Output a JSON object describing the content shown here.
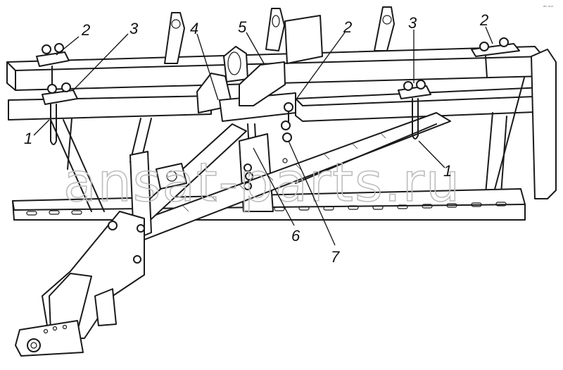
{
  "diagram": {
    "callouts": [
      {
        "id": "c1-left",
        "label": "1"
      },
      {
        "id": "c2-left",
        "label": "2"
      },
      {
        "id": "c3-left",
        "label": "3"
      },
      {
        "id": "c4",
        "label": "4"
      },
      {
        "id": "c5",
        "label": "5"
      },
      {
        "id": "c2-mid",
        "label": "2"
      },
      {
        "id": "c3-right",
        "label": "3"
      },
      {
        "id": "c2-right",
        "label": "2"
      },
      {
        "id": "c1-right",
        "label": "1"
      },
      {
        "id": "c6",
        "label": "6"
      },
      {
        "id": "c7",
        "label": "7"
      }
    ]
  },
  "watermark": {
    "text": "ansat-parts.ru"
  },
  "corner_mark": {
    "text": "ᵃᵇ ⁿⁿⁿ"
  }
}
